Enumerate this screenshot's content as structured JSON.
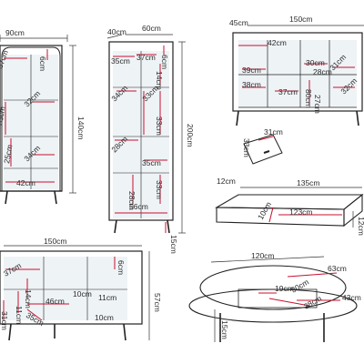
{
  "colors": {
    "outline": "#222222",
    "dimension_red": "#c8102e",
    "text": "#2b2b2b",
    "glass": "#eef3f6",
    "background": "#ffffff"
  },
  "labels": {
    "vitrine_wide": {
      "width": "90cm",
      "height": "140cm",
      "d1": "37cm",
      "d2": "6cm",
      "d3": "32cm",
      "d4": "33cm",
      "d5": "25cm",
      "d6": "34cm",
      "d7": "42cm"
    },
    "vitrine_tall": {
      "depth": "40cm",
      "width": "60cm",
      "height": "200cm",
      "d1": "35cm",
      "d2": "37cm",
      "d3": "6cm",
      "d4": "14cm",
      "d5": "34cm",
      "d6": "33cm",
      "d7": "33cm",
      "d8": "28cm",
      "d9": "35cm",
      "d10": "28cm",
      "d11": "33cm",
      "d12": "56cm",
      "d13": "15cm"
    },
    "sideboard": {
      "depth": "45cm",
      "width": "150cm",
      "d1": "42cm",
      "d2": "39cm",
      "d3": "38cm",
      "d4": "37cm",
      "d5": "30cm",
      "d6": "28cm",
      "d7": "31cm",
      "d8": "32cm",
      "d9": "27cm",
      "d10": "80cm",
      "d11": "33cm",
      "d12": "31cm"
    },
    "wall_shelf": {
      "depth": "12cm",
      "width": "135cm",
      "inner": "123cm",
      "h1": "10cm",
      "h2": "12cm"
    },
    "tv_unit": {
      "width": "150cm",
      "height": "57cm",
      "d1": "37cm",
      "d2": "6cm",
      "d3": "11cm",
      "d4": "14cm",
      "d5": "46cm",
      "d6": "10cm",
      "d7": "11cm",
      "d8": "31cm",
      "d9": "35cm",
      "d10": "10cm"
    },
    "coffee_table": {
      "width": "120cm",
      "d1": "63cm",
      "d2": "43cm",
      "d3": "19cm",
      "d4": "30cm",
      "d5": "38cm",
      "height": "15cm"
    }
  }
}
